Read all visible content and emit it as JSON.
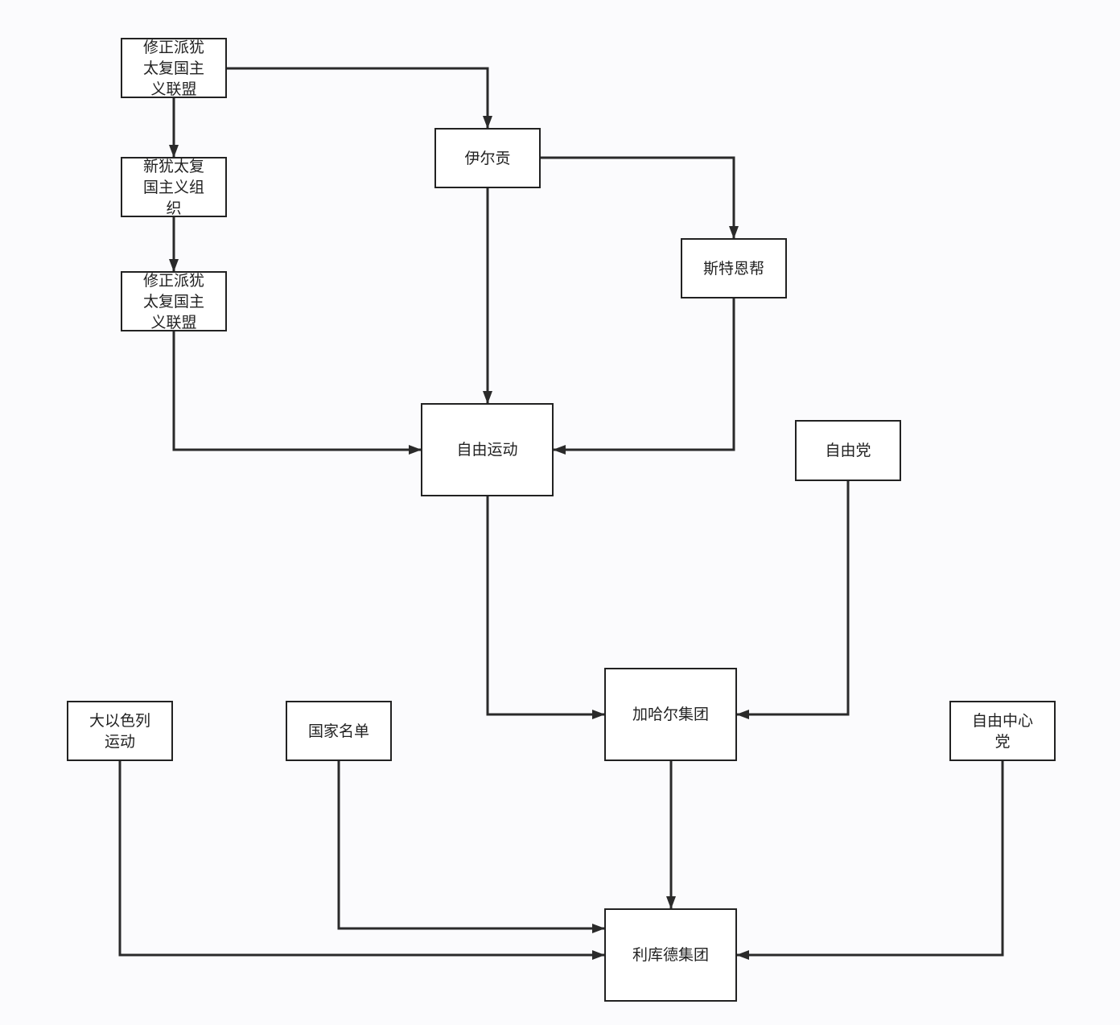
{
  "nodes": {
    "n1": "修正派犹太复国主义联盟",
    "n2": "新犹太复国主义组织",
    "n3": "修正派犹太复国主义联盟",
    "n4": "伊尔贡",
    "n5": "斯特恩帮",
    "n6": "自由运动",
    "n7": "自由党",
    "n8": "加哈尔集团",
    "n9": "大以色列运动",
    "n10": "国家名单",
    "n11": "自由中心党",
    "n12": "利库德集团"
  },
  "edges": [
    {
      "from": "n1",
      "to": "n2"
    },
    {
      "from": "n2",
      "to": "n3"
    },
    {
      "from": "n1",
      "to": "n4"
    },
    {
      "from": "n4",
      "to": "n5"
    },
    {
      "from": "n4",
      "to": "n6"
    },
    {
      "from": "n3",
      "to": "n6"
    },
    {
      "from": "n5",
      "to": "n6"
    },
    {
      "from": "n6",
      "to": "n8"
    },
    {
      "from": "n7",
      "to": "n8"
    },
    {
      "from": "n8",
      "to": "n12"
    },
    {
      "from": "n9",
      "to": "n12"
    },
    {
      "from": "n10",
      "to": "n12"
    },
    {
      "from": "n11",
      "to": "n12"
    }
  ],
  "colors": {
    "line": "#2a2a2a",
    "border": "#222222",
    "background": "#fbfbfd"
  }
}
